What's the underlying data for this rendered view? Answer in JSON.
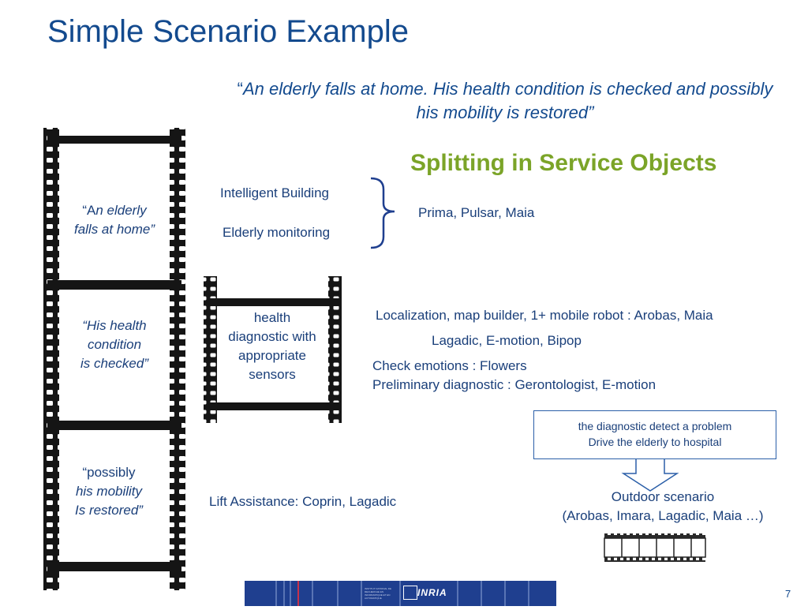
{
  "slide": {
    "title": "Simple Scenario Example",
    "quote_open": "“",
    "quote_text": "An elderly falls at home. His health condition is checked and possibly his mobility is restored”",
    "heading": "Splitting in Service Objects",
    "page_number": "7"
  },
  "film": {
    "frame1": {
      "open": "“A",
      "line1_rest": "n elderly",
      "line2": "falls at home”"
    },
    "frame2": {
      "line1": "“His health",
      "line2": "condition",
      "line3": "is checked”"
    },
    "frame3": {
      "line1": "“possibly",
      "line2": "his mobility",
      "line3": "Is restored”"
    },
    "small_frame": {
      "line1": "health",
      "line2": "diagnostic with",
      "line3": "appropriate",
      "line4": "sensors"
    }
  },
  "services": {
    "intelligent_building": "Intelligent Building",
    "elderly_monitoring": "Elderly monitoring",
    "brace_result": "Prima, Pulsar, Maia",
    "localization": "Localization, map builder, 1+ mobile robot : Arobas, Maia",
    "lagadic": "Lagadic, E-motion, Bipop",
    "check_emotions": "Check emotions : Flowers",
    "preliminary": "Preliminary diagnostic : Gerontologist, E-motion",
    "lift": "Lift Assistance: Coprin, Lagadic"
  },
  "callout": {
    "line1": "the diagnostic detect a problem",
    "line2": "Drive the elderly to hospital"
  },
  "outdoor": {
    "line1": "Outdoor scenario",
    "line2": "(Arobas, Imara, Lagadic, Maia …)"
  },
  "footer": {
    "logo": "INRIA",
    "institute": "INSTITUT NATIONAL DE RECHERCHE EN INFORMATIQUE ET EN AUTOMATIQUE"
  },
  "colors": {
    "title": "#134a8e",
    "heading": "#7ba428",
    "text": "#1a3f7a",
    "footer": "#1f3f8f"
  }
}
